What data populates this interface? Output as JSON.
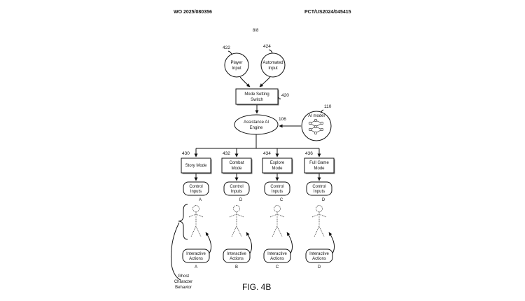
{
  "header": {
    "left": "WO 2025/080356",
    "right": "PCT/US2024/045415"
  },
  "sheet": "8/8",
  "figure_label": "FIG. 4B",
  "inputs": [
    {
      "ref": "422",
      "line1": "Player",
      "line2": "Input"
    },
    {
      "ref": "424",
      "line1": "Automated",
      "line2": "Input"
    }
  ],
  "switch": {
    "ref": "420",
    "line1": "Mode Setting",
    "line2": "Switch"
  },
  "engine": {
    "ref": "106",
    "line1": "Assistance AI",
    "line2": "Engine"
  },
  "ai_model": {
    "ref": "110",
    "label": "AI model"
  },
  "modes": [
    {
      "ref": "430",
      "line1": "Story Mode",
      "line2": "",
      "control1": "Control",
      "control2": "Inputs",
      "control_letter": "A",
      "action1": "Interactive",
      "action2": "Actions",
      "action_letter": "A"
    },
    {
      "ref": "432",
      "line1": "Combat",
      "line2": "Mode",
      "control1": "Control",
      "control2": "Inputs",
      "control_letter": "D",
      "action1": "Interactive",
      "action2": "Actions",
      "action_letter": "B"
    },
    {
      "ref": "434",
      "line1": "Explore",
      "line2": "Mode",
      "control1": "Control",
      "control2": "Inputs",
      "control_letter": "C",
      "action1": "Interactive",
      "action2": "Actions",
      "action_letter": "C"
    },
    {
      "ref": "436",
      "line1": "Full Game",
      "line2": "Mode",
      "control1": "Control",
      "control2": "Inputs",
      "control_letter": "D",
      "action1": "Interactive",
      "action2": "Actions",
      "action_letter": "D"
    }
  ],
  "ghost": {
    "line1": "Ghost",
    "line2": "Character",
    "line3": "Behavior"
  }
}
